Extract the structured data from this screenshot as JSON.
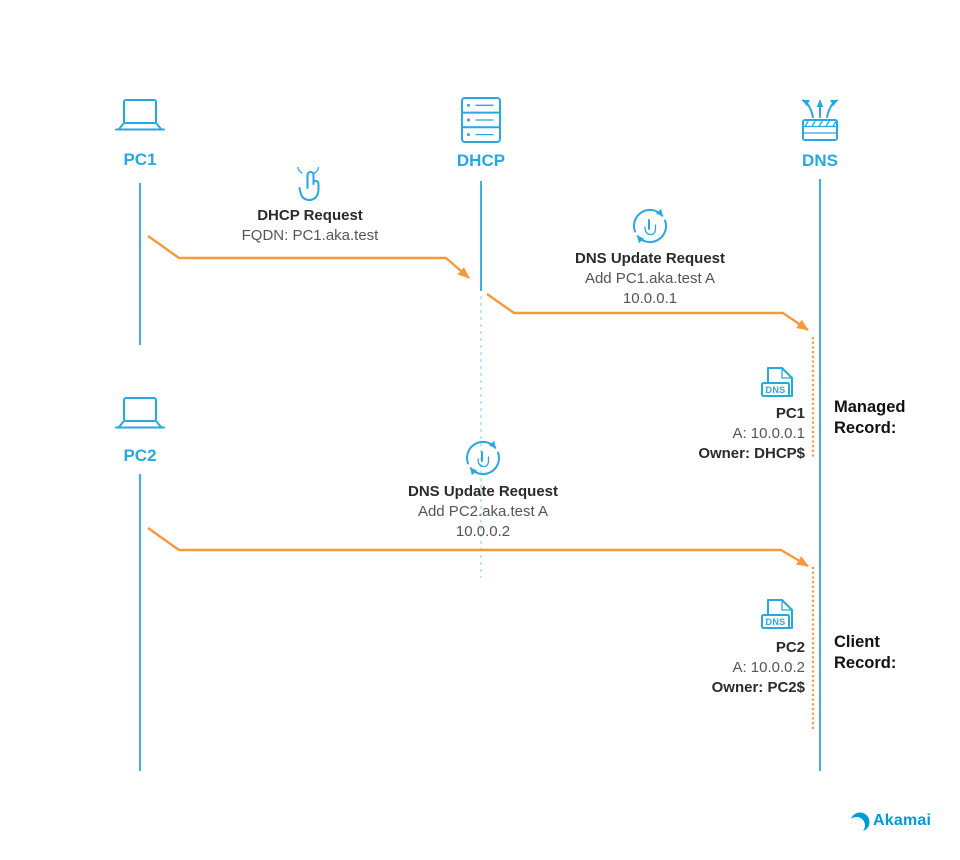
{
  "diagram": {
    "actors": [
      {
        "label": "PC1"
      },
      {
        "label": "DHCP"
      },
      {
        "label": "DNS"
      },
      {
        "label": "PC2"
      }
    ],
    "messages": [
      {
        "title": "DHCP Request",
        "line1": "FQDN: PC1.aka.test"
      },
      {
        "title": "DNS Update Request",
        "line1": "Add PC1.aka.test A",
        "line2": "10.0.0.1"
      },
      {
        "title": "DNS Update Request",
        "line1": "Add PC2.aka.test A",
        "line2": "10.0.0.2"
      }
    ],
    "records": [
      {
        "icon_label": "DNS",
        "name": "PC1",
        "address": "A: 10.0.0.1",
        "owner": "Owner: DHCP$",
        "category_line1": "Managed",
        "category_line2": "Record:"
      },
      {
        "icon_label": "DNS",
        "name": "PC2",
        "address": "A: 10.0.0.2",
        "owner": "Owner: PC2$",
        "category_line1": "Client",
        "category_line2": "Record:"
      }
    ],
    "logo_text": "Akamai",
    "colors": {
      "blue": "#29A7E0",
      "orange": "#F5993D"
    }
  }
}
